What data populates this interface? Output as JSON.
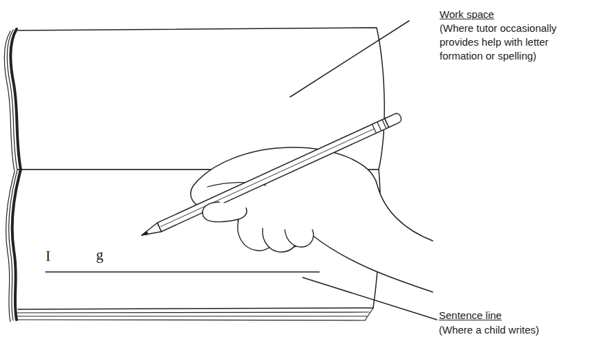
{
  "diagram": {
    "labels": [
      "Work space",
      "(Where tutor occasionally provides help with letter formation or spelling)",
      "Sentence line",
      "(Where a child writes)",
      "I",
      "g"
    ]
  }
}
